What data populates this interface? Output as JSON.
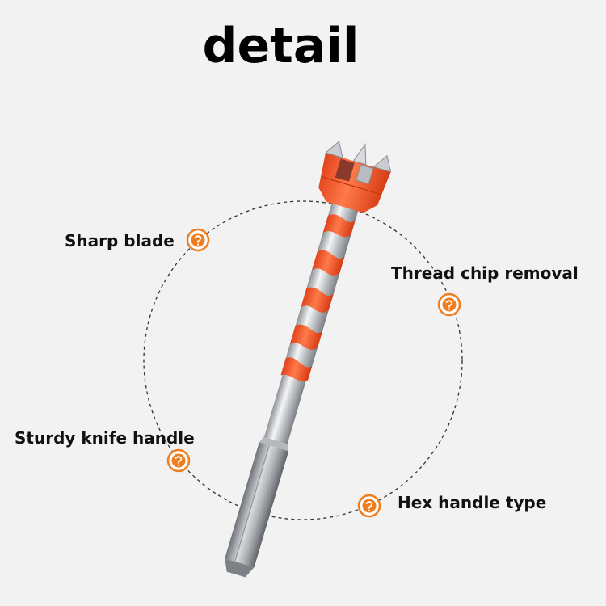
{
  "title": "detail",
  "labels": {
    "sharp_blade": "Sharp blade",
    "thread_chip_removal": "Thread chip removal",
    "sturdy_knife_handle": "Sturdy knife handle",
    "hex_handle_type": "Hex handle type"
  },
  "colors": {
    "accent_orange": "#f07d1e",
    "bit_orange": "#f2562a",
    "steel": "#c9ccd0"
  },
  "icons": {
    "badge": "badge-icon"
  }
}
